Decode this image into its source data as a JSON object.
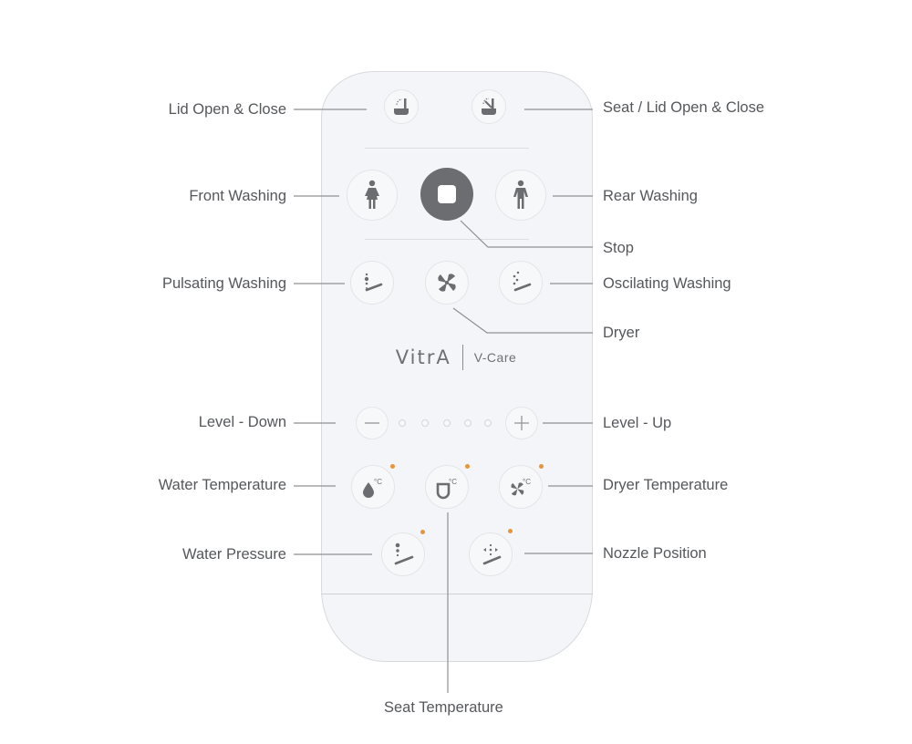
{
  "remote": {
    "brand": "VitrA",
    "model": "V-Care"
  },
  "callouts": {
    "lid_open_close": "Lid Open & Close",
    "seat_lid_open_close": "Seat / Lid Open & Close",
    "front_washing": "Front Washing",
    "rear_washing": "Rear Washing",
    "stop": "Stop",
    "pulsating_washing": "Pulsating Washing",
    "oscilating_washing": "Oscilating Washing",
    "dryer": "Dryer",
    "level_down": "Level - Down",
    "level_up": "Level - Up",
    "water_temperature": "Water Temperature",
    "dryer_temperature": "Dryer Temperature",
    "water_pressure": "Water Pressure",
    "nozzle_position": "Nozzle Position",
    "seat_temperature": "Seat Temperature"
  },
  "buttons": {
    "temp_unit": "°C",
    "level_indicator_count": 5
  },
  "colors": {
    "accent_dot": "#e8943a",
    "icon": "#6b6d70",
    "remote_body": "#f4f5f8",
    "label_text": "#55575b"
  }
}
